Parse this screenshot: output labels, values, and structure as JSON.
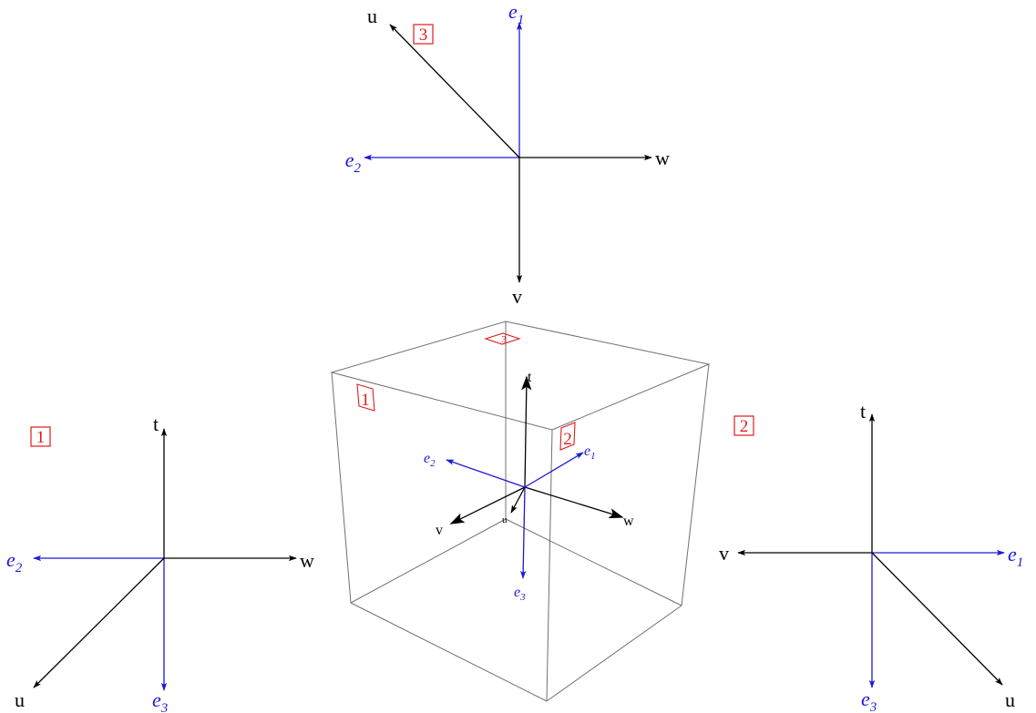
{
  "colors": {
    "black_axis": "#000000",
    "blue_axis": "#1a1ad6",
    "face_tag": "#e01b1b",
    "cube_edge": "#707070"
  },
  "labels": {
    "u": "u",
    "v": "v",
    "w": "w",
    "t": "t",
    "e": "e",
    "sub1": "1",
    "sub2": "2",
    "sub3": "3"
  },
  "face_tags": {
    "face1": "1",
    "face2": "2",
    "face3": "3"
  }
}
